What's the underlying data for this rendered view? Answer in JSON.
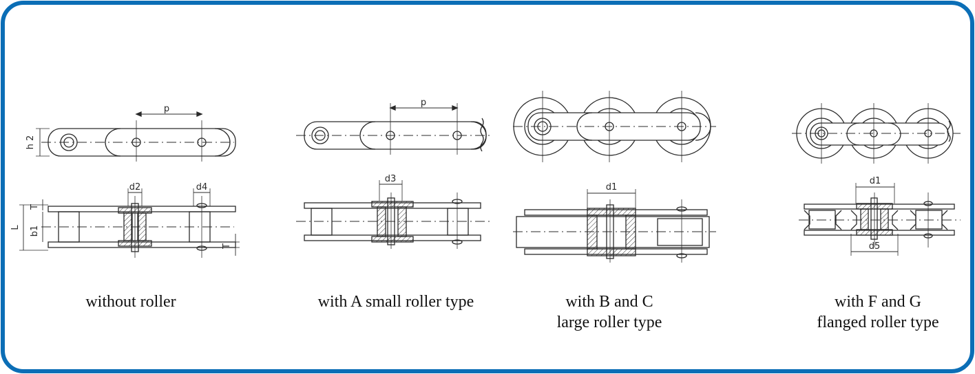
{
  "colors": {
    "frame_border": "#0b6eb6",
    "line": "#2a2a2a",
    "background": "#ffffff"
  },
  "diagrams": [
    {
      "id": "without-roller",
      "caption": [
        "without roller"
      ],
      "labels": {
        "pitch": "p",
        "plate_height": "h 2",
        "pin_d": "d2",
        "bush_d": "d4",
        "length": "L",
        "inner_width": "b1",
        "thickness_1": "T",
        "thickness_2": "T"
      }
    },
    {
      "id": "small-roller-a",
      "caption": [
        "with A small roller type"
      ],
      "labels": {
        "pitch": "p",
        "roller_d": "d3"
      }
    },
    {
      "id": "large-roller-bc",
      "caption": [
        "with B and C",
        "large roller type"
      ],
      "labels": {
        "roller_d": "d1"
      }
    },
    {
      "id": "flanged-roller-fg",
      "caption": [
        "with F and G",
        "flanged roller type"
      ],
      "labels": {
        "roller_d": "d1",
        "flange_d": "d5"
      }
    }
  ]
}
